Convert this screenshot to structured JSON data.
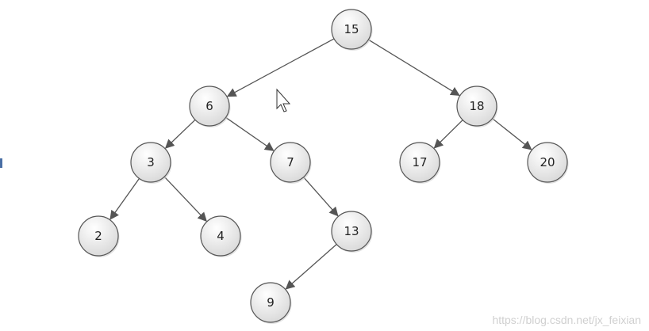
{
  "tree": {
    "nodes": [
      {
        "id": "n15",
        "label": "15"
      },
      {
        "id": "n6",
        "label": "6"
      },
      {
        "id": "n18",
        "label": "18"
      },
      {
        "id": "n3",
        "label": "3"
      },
      {
        "id": "n7",
        "label": "7"
      },
      {
        "id": "n17",
        "label": "17"
      },
      {
        "id": "n20",
        "label": "20"
      },
      {
        "id": "n2",
        "label": "2"
      },
      {
        "id": "n4",
        "label": "4"
      },
      {
        "id": "n13",
        "label": "13"
      },
      {
        "id": "n9",
        "label": "9"
      }
    ],
    "edges": [
      {
        "from": "n15",
        "to": "n6"
      },
      {
        "from": "n15",
        "to": "n18"
      },
      {
        "from": "n6",
        "to": "n3"
      },
      {
        "from": "n6",
        "to": "n7"
      },
      {
        "from": "n18",
        "to": "n17"
      },
      {
        "from": "n18",
        "to": "n20"
      },
      {
        "from": "n3",
        "to": "n2"
      },
      {
        "from": "n3",
        "to": "n4"
      },
      {
        "from": "n7",
        "to": "n13"
      },
      {
        "from": "n13",
        "to": "n9"
      }
    ]
  },
  "watermark": "https://blog.csdn.net/jx_feixian",
  "colors": {
    "edge": "#555555",
    "node_stroke": "#555555",
    "node_fill_light": "#ffffff",
    "node_fill_dark": "#d8d8d8"
  }
}
